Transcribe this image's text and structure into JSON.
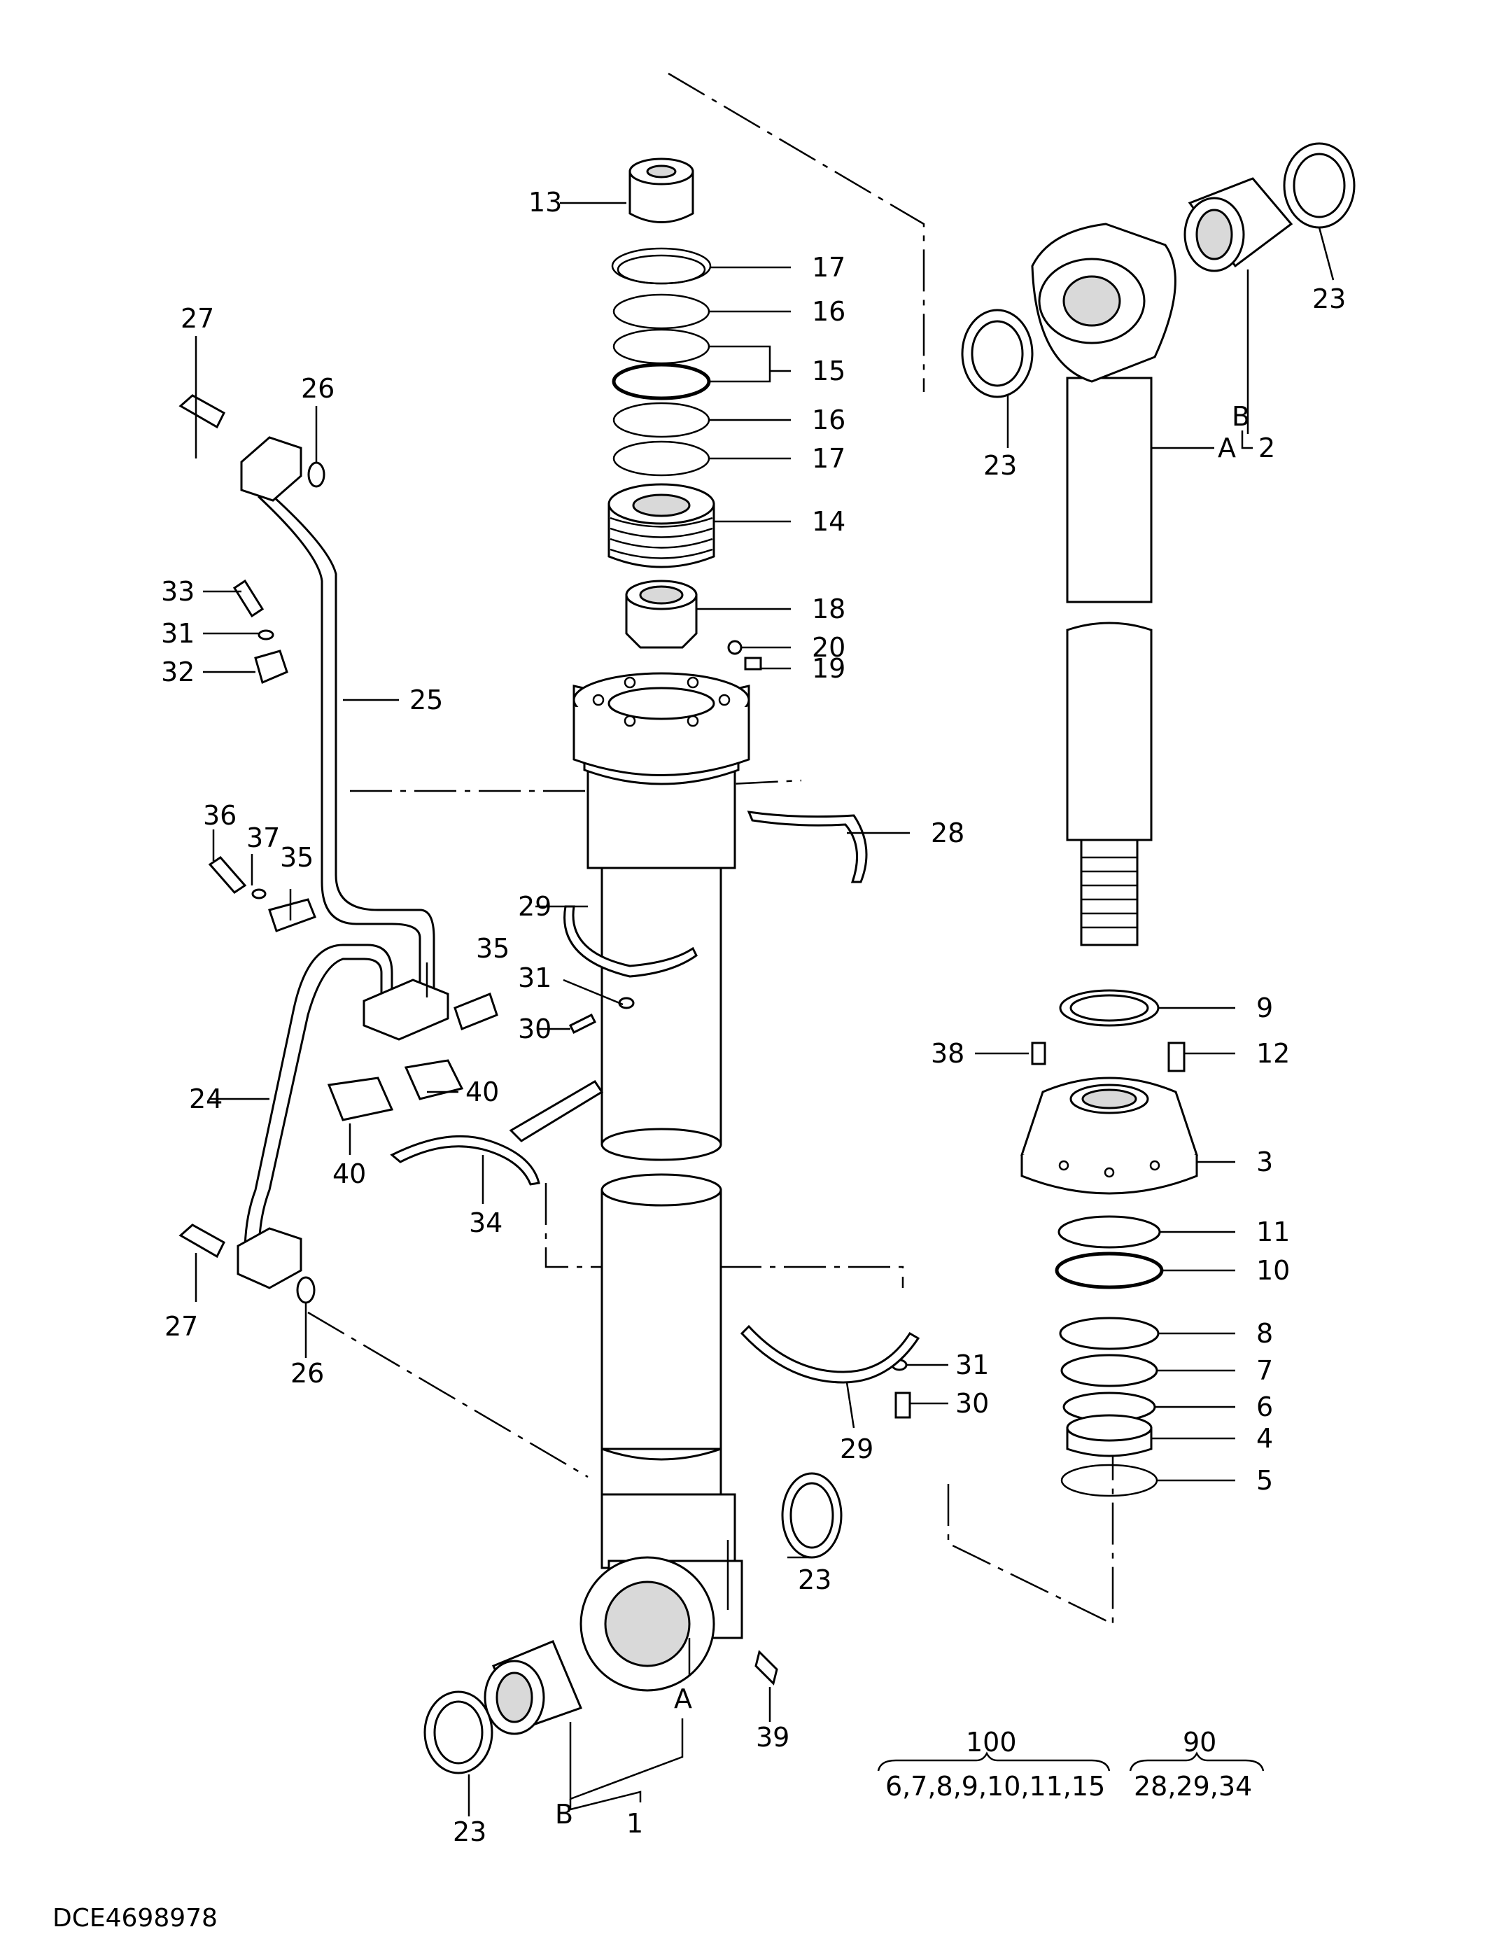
{
  "document": {
    "id": "DCE4698978",
    "kind": "exploded parts diagram — hydraulic cylinder"
  },
  "callouts": {
    "c1": "1",
    "c2": "2",
    "c3": "3",
    "c4": "4",
    "c5": "5",
    "c6": "6",
    "c7": "7",
    "c8": "8",
    "c9": "9",
    "c10": "10",
    "c11": "11",
    "c12": "12",
    "c13": "13",
    "c14": "14",
    "c15": "15",
    "c16a": "16",
    "c16b": "16",
    "c17a": "17",
    "c17b": "17",
    "c18": "18",
    "c19": "19",
    "c20": "20",
    "c23a": "23",
    "c23b": "23",
    "c23c": "23",
    "c23d": "23",
    "c24": "24",
    "c25": "25",
    "c26a": "26",
    "c26b": "26",
    "c27a": "27",
    "c27b": "27",
    "c28": "28",
    "c29a": "29",
    "c29b": "29",
    "c30a": "30",
    "c30b": "30",
    "c31a": "31",
    "c31b": "31",
    "c31c": "31",
    "c32": "32",
    "c33": "33",
    "c34": "34",
    "c35a": "35",
    "c35b": "35",
    "c36": "36",
    "c37": "37",
    "c38": "38",
    "c39": "39",
    "c40a": "40",
    "c40b": "40",
    "A_rod": "A",
    "B_rod": "B",
    "A_tube": "A",
    "B_tube": "B"
  },
  "kits": [
    {
      "number": "100",
      "contents": "6,7,8,9,10,11,15"
    },
    {
      "number": "90",
      "contents": "28,29,34"
    }
  ]
}
